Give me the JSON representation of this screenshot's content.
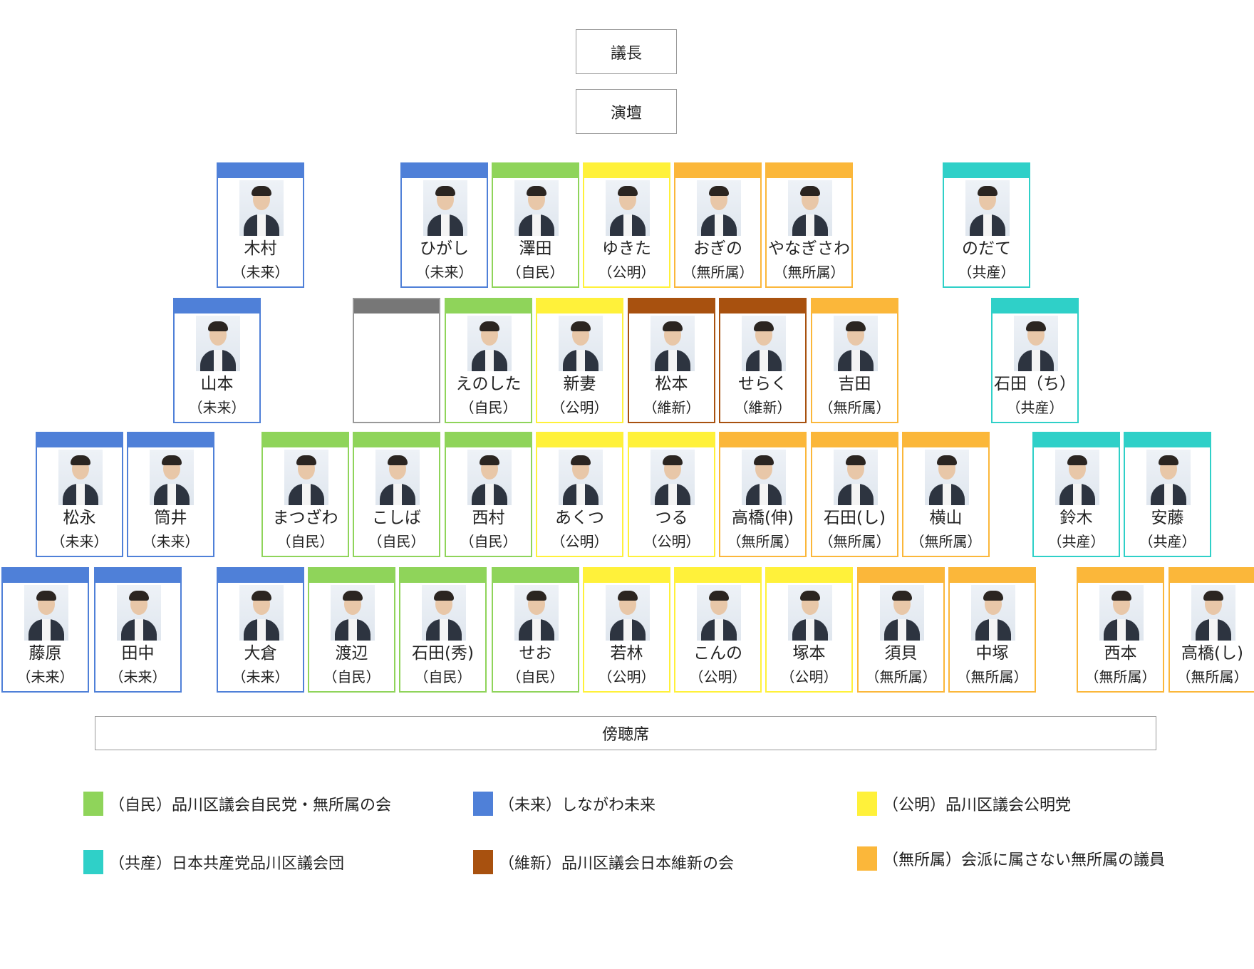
{
  "header": {
    "chair": "議長",
    "podium": "演壇"
  },
  "gallery": "傍聴席",
  "colors": {
    "jimin": "#8fd45a",
    "mirai": "#4f80d8",
    "komei": "#fff13a",
    "kyosan": "#2fd0c8",
    "ishin": "#a8510f",
    "mushozoku": "#fbb73a",
    "vacant": "#777777"
  },
  "rows": [
    [
      {
        "name": "木村",
        "group": "（未来）",
        "party": "mirai"
      },
      {
        "name": "ひがし",
        "group": "（未来）",
        "party": "mirai"
      },
      {
        "name": "澤田",
        "group": "（自民）",
        "party": "jimin"
      },
      {
        "name": "ゆきた",
        "group": "（公明）",
        "party": "komei"
      },
      {
        "name": "おぎの",
        "group": "（無所属）",
        "party": "mushozoku"
      },
      {
        "name": "やなぎさわ",
        "group": "（無所属）",
        "party": "mushozoku"
      },
      {
        "name": "のだて",
        "group": "（共産）",
        "party": "kyosan"
      }
    ],
    [
      {
        "name": "山本",
        "group": "（未来）",
        "party": "mirai"
      },
      {
        "name": "",
        "group": "",
        "party": "vacant"
      },
      {
        "name": "えのした",
        "group": "（自民）",
        "party": "jimin"
      },
      {
        "name": "新妻",
        "group": "（公明）",
        "party": "komei"
      },
      {
        "name": "松本",
        "group": "（維新）",
        "party": "ishin"
      },
      {
        "name": "せらく",
        "group": "（維新）",
        "party": "ishin"
      },
      {
        "name": "吉田",
        "group": "（無所属）",
        "party": "mushozoku"
      },
      {
        "name": "石田（ち）",
        "group": "（共産）",
        "party": "kyosan"
      }
    ],
    [
      {
        "name": "松永",
        "group": "（未来）",
        "party": "mirai"
      },
      {
        "name": "筒井",
        "group": "（未来）",
        "party": "mirai"
      },
      {
        "name": "まつざわ",
        "group": "（自民）",
        "party": "jimin"
      },
      {
        "name": "こしば",
        "group": "（自民）",
        "party": "jimin"
      },
      {
        "name": "西村",
        "group": "（自民）",
        "party": "jimin"
      },
      {
        "name": "あくつ",
        "group": "（公明）",
        "party": "komei"
      },
      {
        "name": "つる",
        "group": "（公明）",
        "party": "komei"
      },
      {
        "name": "高橋(伸)",
        "group": "（無所属）",
        "party": "mushozoku"
      },
      {
        "name": "石田(し)",
        "group": "（無所属）",
        "party": "mushozoku"
      },
      {
        "name": "横山",
        "group": "（無所属）",
        "party": "mushozoku"
      },
      {
        "name": "鈴木",
        "group": "（共産）",
        "party": "kyosan"
      },
      {
        "name": "安藤",
        "group": "（共産）",
        "party": "kyosan"
      }
    ],
    [
      {
        "name": "藤原",
        "group": "（未来）",
        "party": "mirai"
      },
      {
        "name": "田中",
        "group": "（未来）",
        "party": "mirai"
      },
      {
        "name": "大倉",
        "group": "（未来）",
        "party": "mirai"
      },
      {
        "name": "渡辺",
        "group": "（自民）",
        "party": "jimin"
      },
      {
        "name": "石田(秀)",
        "group": "（自民）",
        "party": "jimin"
      },
      {
        "name": "せお",
        "group": "（自民）",
        "party": "jimin"
      },
      {
        "name": "若林",
        "group": "（公明）",
        "party": "komei"
      },
      {
        "name": "こんの",
        "group": "（公明）",
        "party": "komei"
      },
      {
        "name": "塚本",
        "group": "（公明）",
        "party": "komei"
      },
      {
        "name": "須貝",
        "group": "（無所属）",
        "party": "mushozoku"
      },
      {
        "name": "中塚",
        "group": "（無所属）",
        "party": "mushozoku"
      },
      {
        "name": "西本",
        "group": "（無所属）",
        "party": "mushozoku"
      },
      {
        "name": "高橋(し)",
        "group": "（無所属）",
        "party": "mushozoku"
      }
    ]
  ],
  "legend": [
    {
      "party": "jimin",
      "label": "（自民）品川区議会自民党・無所属の会"
    },
    {
      "party": "mirai",
      "label": "（未来）しながわ未来"
    },
    {
      "party": "komei",
      "label": "（公明）品川区議会公明党"
    },
    {
      "party": "kyosan",
      "label": "（共産）日本共産党品川区議会団"
    },
    {
      "party": "ishin",
      "label": "（維新）品川区議会日本維新の会"
    },
    {
      "party": "mushozoku",
      "label": "（無所属）会派に属さない無所属の議員"
    }
  ]
}
